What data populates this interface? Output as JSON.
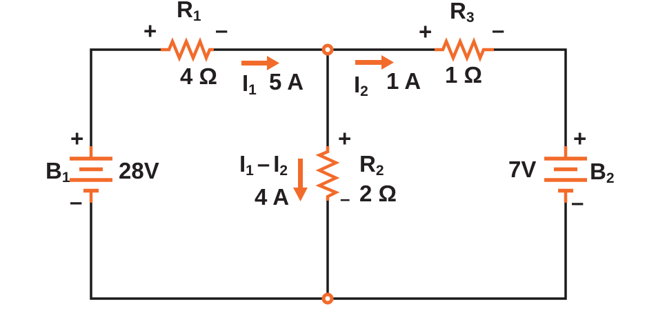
{
  "colors": {
    "accent": "#F26B2B",
    "wire": "#1B1B1B",
    "ink": "#231F20",
    "bg": "#FFFFFF"
  },
  "components": {
    "b1": {
      "name": "B",
      "sub": "1",
      "voltage": "28V",
      "plus": "+",
      "minus": "–"
    },
    "b2": {
      "name": "B",
      "sub": "2",
      "voltage": "7V",
      "plus": "+",
      "minus": "–"
    },
    "r1": {
      "name": "R",
      "sub": "1",
      "resistance": "4 Ω",
      "plus": "+",
      "minus": "–"
    },
    "r2": {
      "name": "R",
      "sub": "2",
      "resistance": "2 Ω",
      "plus": "+",
      "minus": "–"
    },
    "r3": {
      "name": "R",
      "sub": "3",
      "resistance": "1 Ω",
      "plus": "+",
      "minus": "–"
    }
  },
  "currents": {
    "i1": {
      "name": "I",
      "sub": "1",
      "value": "5 A",
      "direction": "right"
    },
    "i2": {
      "name": "I",
      "sub": "2",
      "value": "1 A",
      "direction": "right"
    },
    "i_branch": {
      "name1": "I",
      "sub1": "1",
      "op": "–",
      "name2": "I",
      "sub2": "2",
      "value": "4 A",
      "direction": "down"
    }
  }
}
